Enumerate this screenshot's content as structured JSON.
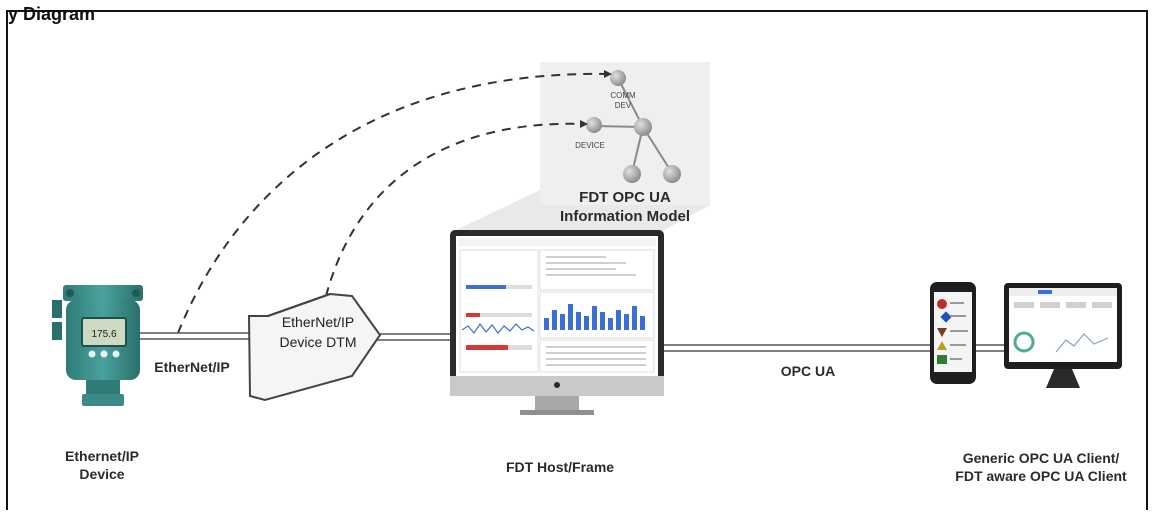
{
  "title_fragment": "y Diagram",
  "labels": {
    "device_line1": "Ethernet/IP",
    "device_line2": "Device",
    "link_left": "EtherNet/IP",
    "dtm_line1": "EtherNet/IP",
    "dtm_line2": "Device DTM",
    "info_model_line1": "FDT OPC UA",
    "info_model_line2": "Information Model",
    "host": "FDT Host/Frame",
    "link_right": "OPC UA",
    "client_line1": "Generic OPC UA Client/",
    "client_line2": "FDT aware OPC UA Client"
  },
  "tree": {
    "comm_dev_line1": "COMM",
    "comm_dev_line2": "DEV",
    "device": "DEVICE"
  },
  "transmitter_display": {
    "value": "175.6"
  },
  "colors": {
    "line": "#555555",
    "node": "#9a9a9a",
    "panel": "#ededed",
    "transmitter": "#3a8a86",
    "monitor": "#2a2a2a",
    "accent_blue": "#3c6fd6",
    "accent_red": "#d23b3b"
  }
}
